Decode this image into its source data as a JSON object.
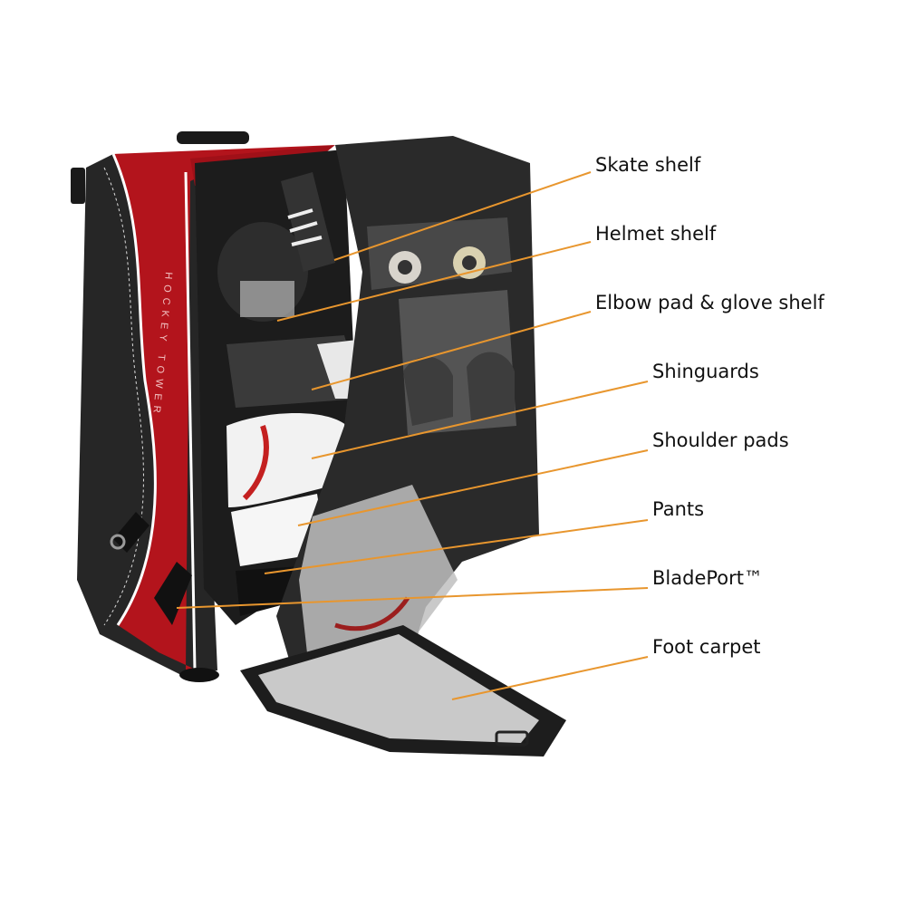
{
  "product": {
    "brand_text": "HOCKEY TOWER"
  },
  "callouts": [
    {
      "label": "Skate shelf"
    },
    {
      "label": "Helmet shelf"
    },
    {
      "label": "Elbow pad & glove shelf"
    },
    {
      "label": "Shinguards"
    },
    {
      "label": "Shoulder pads"
    },
    {
      "label": "Pants"
    },
    {
      "label": "BladePort™"
    },
    {
      "label": "Foot carpet"
    }
  ],
  "colors": {
    "leader_line": "#e8962e",
    "bag_red": "#b3141c",
    "bag_black": "#232323",
    "carpet": "#c9c9c9"
  }
}
